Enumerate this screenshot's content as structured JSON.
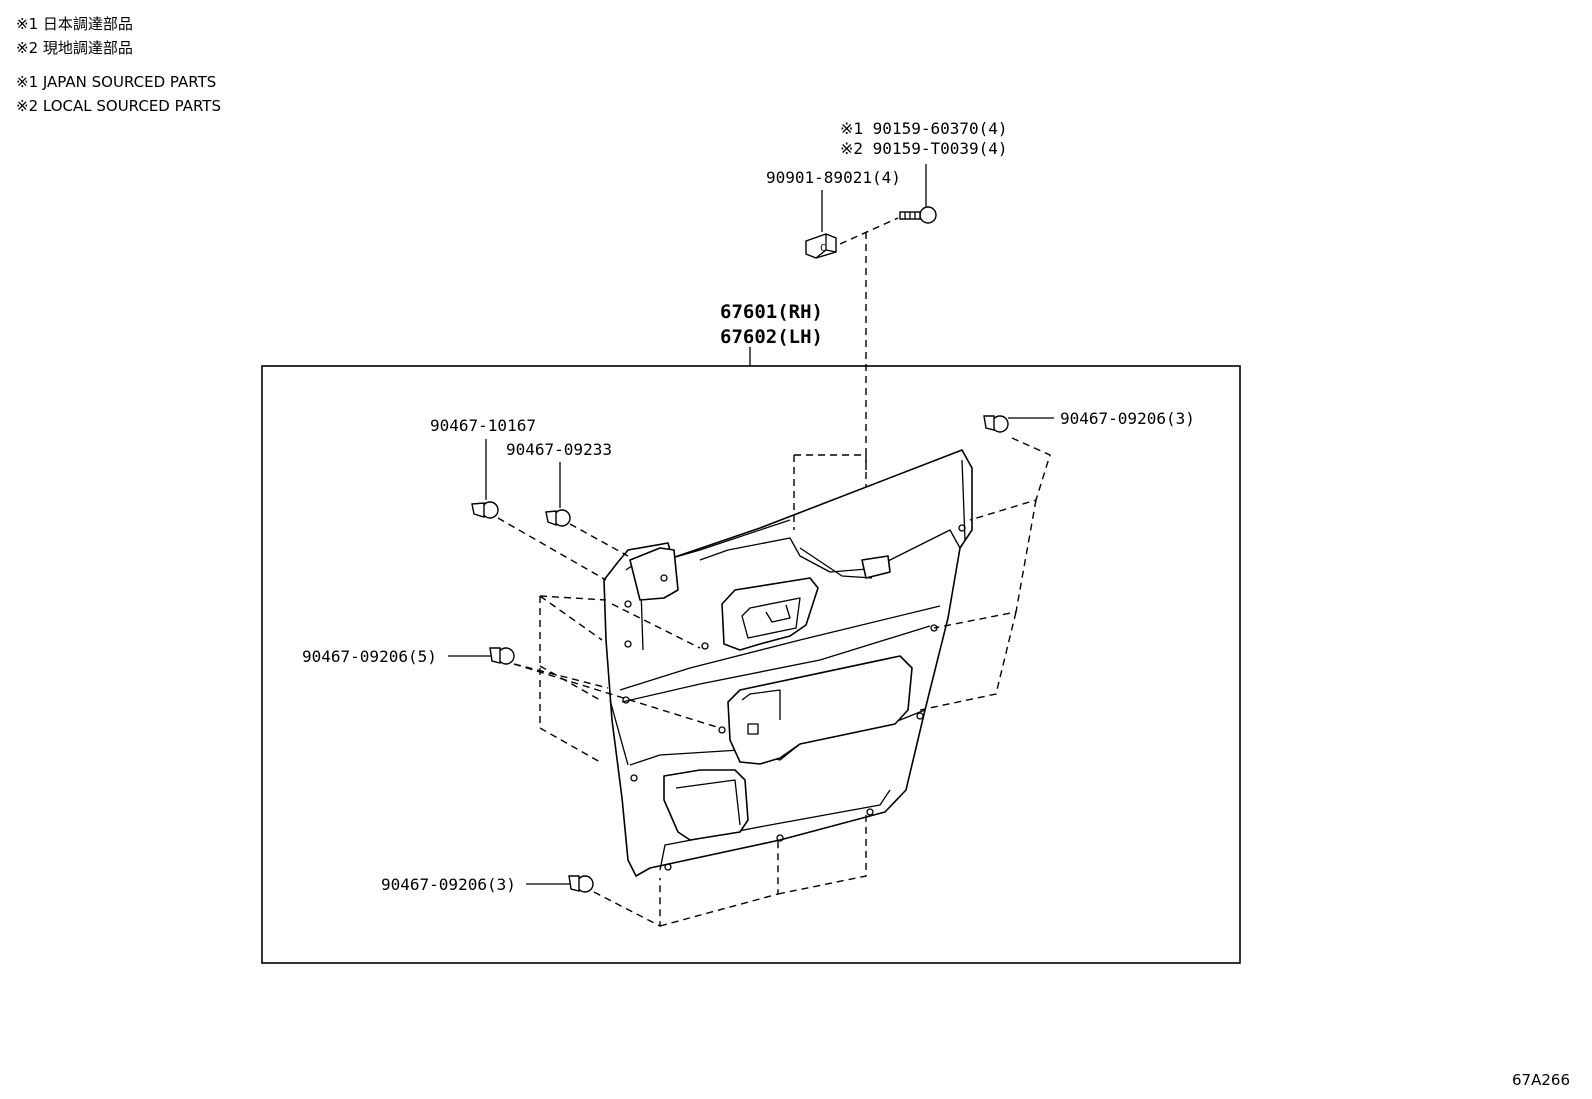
{
  "legend": {
    "jp1": "※1 日本調達部品",
    "jp2": "※2 現地調達部品",
    "en1": "※1 JAPAN SOURCED PARTS",
    "en2": "※2 LOCAL SOURCED PARTS"
  },
  "callouts": {
    "screw_japan": "※1 90159-60370(4)",
    "screw_local": "※2 90159-T0039(4)",
    "nut": "90901-89021(4)",
    "panel_rh": "67601(RH)",
    "panel_lh": "67602(LH)",
    "clip_a": "90467-10167",
    "clip_b": "90467-09233",
    "clip_right": "90467-09206(3)",
    "clip_left": "90467-09206(5)",
    "clip_bottom": "90467-09206(3)"
  },
  "diagram_code": "67A266"
}
